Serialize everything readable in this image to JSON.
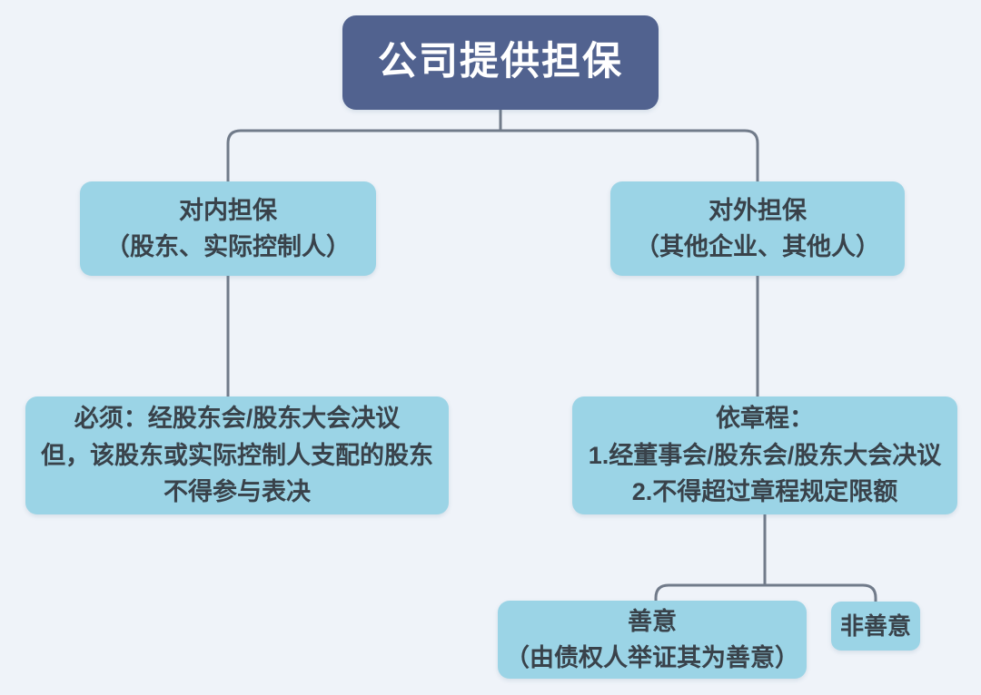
{
  "title": "公司提供担保",
  "colors": {
    "page_bg": "#eff3f9",
    "root_bg": "#51628f",
    "root_text": "#ffffff",
    "node_bg": "#9bd4e6",
    "node_text": "#39424a",
    "line_color": "#717b8a"
  },
  "nodes": {
    "root": {
      "label": "公司提供担保"
    },
    "internal": {
      "lines": [
        "对内担保",
        "（股东、实际控制人）"
      ]
    },
    "external": {
      "lines": [
        "对外担保",
        "（其他企业、其他人）"
      ]
    },
    "internal_rule": {
      "lines": [
        "必须：经股东会/股东大会决议",
        "但，该股东或实际控制人支配的股东",
        "不得参与表决"
      ]
    },
    "external_rule": {
      "lines": [
        "依章程：",
        "1.经董事会/股东会/股东大会决议",
        "2.不得超过章程规定限额"
      ]
    },
    "good_faith": {
      "lines": [
        "善意",
        "（由债权人举证其为善意）"
      ]
    },
    "bad_faith": {
      "lines": [
        "非善意"
      ]
    }
  }
}
